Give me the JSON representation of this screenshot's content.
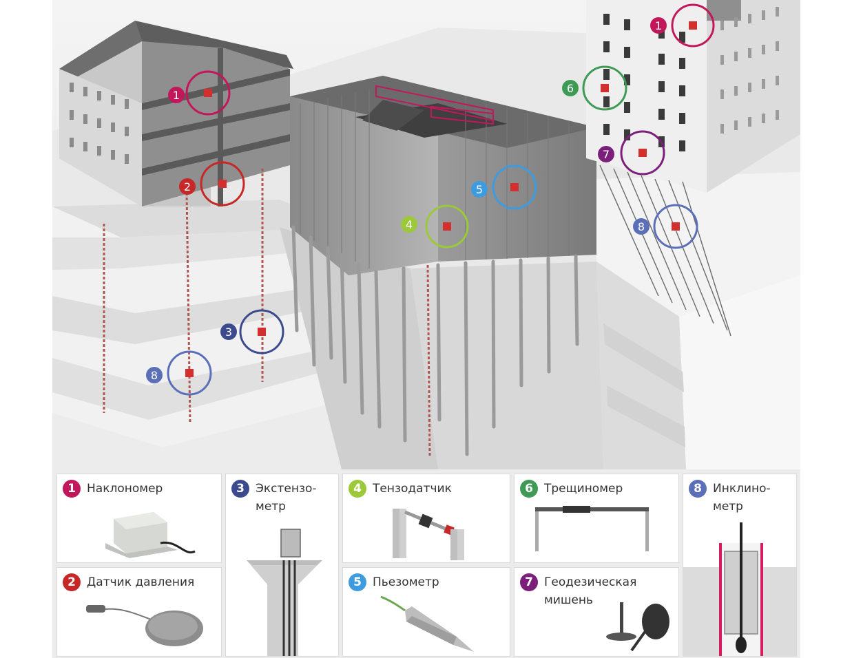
{
  "colors": {
    "magenta": "#c2185b",
    "red": "#c62828",
    "navy": "#3b4a8c",
    "lime": "#9cc93a",
    "blue": "#3d9be0",
    "green": "#3e9a54",
    "purple": "#7b1f7a",
    "slate": "#5b6fb8"
  },
  "markers": [
    {
      "num": "1",
      "type": "tiltmeter"
    },
    {
      "num": "1",
      "type": "tiltmeter"
    },
    {
      "num": "2",
      "type": "pressure-sensor"
    },
    {
      "num": "3",
      "type": "extensometer"
    },
    {
      "num": "4",
      "type": "strain-gauge"
    },
    {
      "num": "5",
      "type": "piezometer"
    },
    {
      "num": "6",
      "type": "crack-meter"
    },
    {
      "num": "7",
      "type": "geodetic-target"
    },
    {
      "num": "8",
      "type": "inclinometer"
    },
    {
      "num": "8",
      "type": "inclinometer"
    }
  ],
  "legend": {
    "items": [
      {
        "num": "1",
        "label": "Наклономер"
      },
      {
        "num": "2",
        "label": "Датчик давления"
      },
      {
        "num": "3",
        "label": "Экстензо-\nметр"
      },
      {
        "num": "4",
        "label": "Тензодатчик"
      },
      {
        "num": "5",
        "label": "Пьезометр"
      },
      {
        "num": "6",
        "label": "Трещиномер"
      },
      {
        "num": "7",
        "label": "Геодезическая\nмишень"
      },
      {
        "num": "8",
        "label": "Инклино-\nметр"
      }
    ]
  }
}
